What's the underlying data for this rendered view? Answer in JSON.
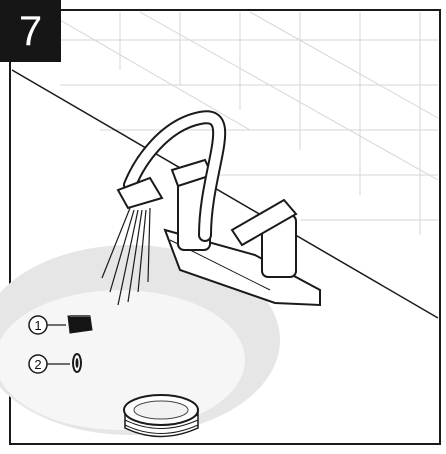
{
  "step": {
    "number": "7"
  },
  "callouts": [
    {
      "label": "1",
      "part": "aerator-icon"
    },
    {
      "label": "2",
      "part": "washer-icon"
    }
  ],
  "colors": {
    "line": "#1a1a1a",
    "tile": "#d6d6d6",
    "basin": "#e6e6e6",
    "step_box": "#161616",
    "step_text": "#ffffff"
  }
}
